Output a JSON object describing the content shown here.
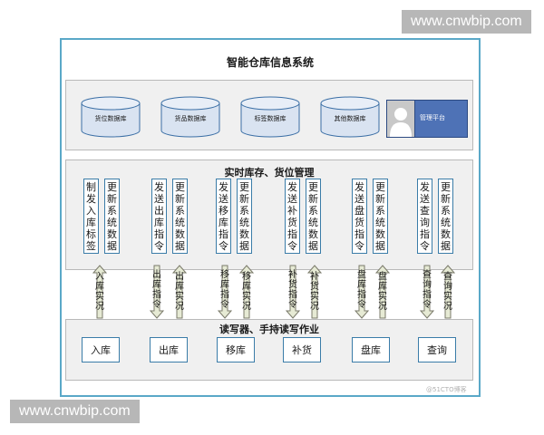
{
  "watermarks": [
    "www.cnwbip.com",
    "www.cnwbip.com"
  ],
  "title": "智能仓库信息系统",
  "databases": [
    "货位数据库",
    "货品数据库",
    "标签数据库",
    "其他数据库"
  ],
  "admin_label": "管理平台",
  "middle_panel_title": "实时库存、货位管理",
  "operation_columns": [
    {
      "left": "制发入库标签",
      "right": "更新系统数据"
    },
    {
      "left": "发送出库指令",
      "right": "更新系统数据"
    },
    {
      "left": "发送移库指令",
      "right": "更新系统数据"
    },
    {
      "left": "发送补货指令",
      "right": "更新系统数据"
    },
    {
      "left": "发送盘货指令",
      "right": "更新系统数据"
    },
    {
      "left": "发送查询指令",
      "right": "更新系统数据"
    }
  ],
  "arrows": [
    {
      "text": "入库实况",
      "direction": "up"
    },
    {
      "text": "出库指令",
      "direction": "down"
    },
    {
      "text": "出库实况",
      "direction": "up"
    },
    {
      "text": "移库指令",
      "direction": "down"
    },
    {
      "text": "移库实况",
      "direction": "up"
    },
    {
      "text": "补货指令",
      "direction": "down"
    },
    {
      "text": "补货实况",
      "direction": "up"
    },
    {
      "text": "盘库指令",
      "direction": "down"
    },
    {
      "text": "盘库实况",
      "direction": "up"
    },
    {
      "text": "查询指令",
      "direction": "down"
    },
    {
      "text": "查询实况",
      "direction": "up"
    }
  ],
  "bottom_panel_title": "读写器、手持读写作业",
  "actions": [
    "入库",
    "出库",
    "移库",
    "补货",
    "盘库",
    "查询"
  ],
  "credit": "@51CTO博客",
  "colors": {
    "frame": "#5aa8c8",
    "box_border": "#3a7ca8",
    "panel_bg": "#f0f0f0",
    "db_fill": "#d9e3f1",
    "arrow_fill": "#e6ead4",
    "admin_bg": "#4e72b6"
  }
}
